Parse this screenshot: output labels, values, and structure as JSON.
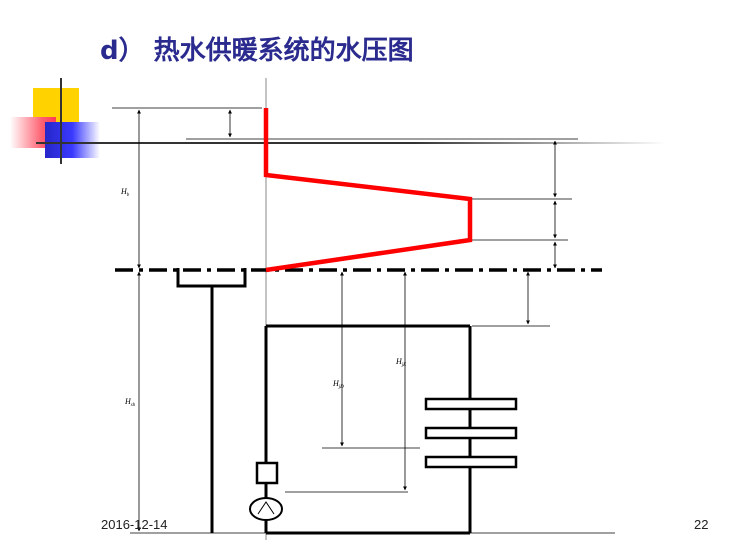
{
  "slide": {
    "title": "d）  热水供暖系统的水压图",
    "date": "2016-12-14",
    "page_number": "22"
  },
  "diagram": {
    "labels": {
      "hb": "H",
      "hb_sub": "b",
      "hsh": "H",
      "hsh_sub": "sh",
      "hjd": "H",
      "hjd_sub": "jD",
      "hje": "H",
      "hje_sub": "jE"
    },
    "colors": {
      "pressure_line": "#ff0000",
      "structure": "#000000",
      "title": "#2b2b8f"
    }
  }
}
